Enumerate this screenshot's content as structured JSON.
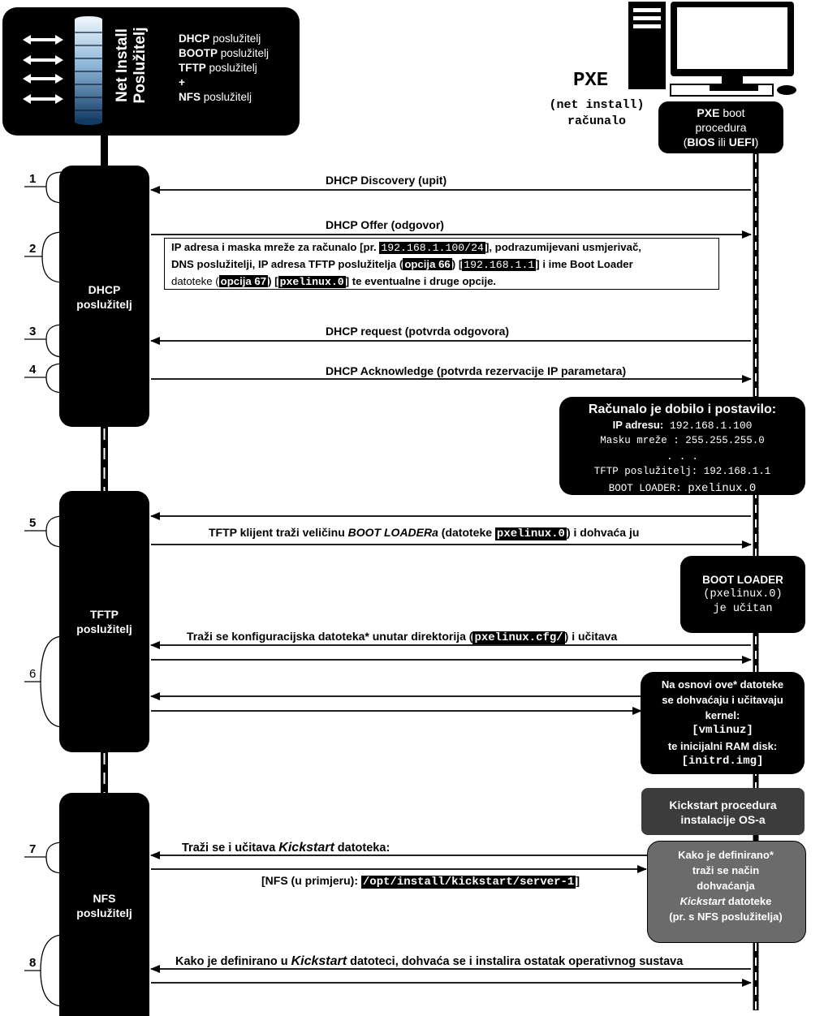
{
  "header": {
    "net_install_line1": "Net Install",
    "net_install_line2": "Poslužitelj",
    "services": [
      {
        "b": "DHCP",
        "t": " poslužitelj"
      },
      {
        "b": "BOOTP",
        "t": " poslužitelj"
      },
      {
        "b": "TFTP",
        "t": " poslužitelj"
      },
      {
        "b": "+",
        "t": ""
      },
      {
        "b": "NFS",
        "t": " poslužitelj"
      }
    ]
  },
  "pc": {
    "pxe_title": "PXE",
    "subtitle_line1": "(net install)",
    "subtitle_line2": "računalo",
    "boot_line1_b": "PXE",
    "boot_line1_t": " boot",
    "boot_line2": "procedura",
    "boot_line3_pre": "(",
    "boot_bios": "BIOS",
    "boot_ili": " ili ",
    "boot_uefi": "UEFI",
    "boot_line3_post": ")"
  },
  "servers": {
    "dhcp_line1": "DHCP",
    "dhcp_line2": "poslužitelj",
    "tftp_line1": "TFTP",
    "tftp_line2": "poslužitelj",
    "nfs_line1": "NFS",
    "nfs_line2": "poslužitelj"
  },
  "steps": [
    "1",
    "2",
    "3",
    "4",
    "5",
    "6",
    "7",
    "8"
  ],
  "messages": {
    "dhcp_discovery": "DHCP Discovery (upit)",
    "dhcp_offer": "DHCP Offer (odgovor)",
    "dhcp_request": "DHCP request (potvrda odgovora)",
    "dhcp_ack": "DHCP Acknowledge  (potvrda rezervacije IP parametara)",
    "tftp_pre": "TFTP klijent traži veličinu ",
    "tftp_em": "BOOT LOADERa",
    "tftp_mid": " (datoteke ",
    "tftp_code": "pxelinux.0",
    "tftp_post": ") i dohvaća ju",
    "cfg_pre": "Traži se konfiguracijska datoteka* unutar direktorija (",
    "cfg_code": "pxelinux.cfg/",
    "cfg_post": ") i učitava",
    "ks_pre": "Traži se i učitava ",
    "ks_em": "Kickstart",
    "ks_post": " datoteka:",
    "nfs_pre": "[NFS (u primjeru): ",
    "nfs_code": "/opt/install/kickstart/server-1",
    "nfs_post": "]",
    "os_pre": "Kako je definirano u ",
    "os_em": "Kickstart",
    "os_post": " datoteci, dohvaća se i instalira ostatak operativnog sustava"
  },
  "offer_details": {
    "l1_pre": "IP adresa i maska mreže za računalo [pr. ",
    "l1_code": "192.168.1.100/24",
    "l1_post": "], podrazumijevani usmjerivač,",
    "l2_pre": "DNS poslužitelji, IP adresa TFTP poslužitelja (",
    "l2_opt": "opcija 66",
    "l2_mid": ") [",
    "l2_code": "192.168.1.1",
    "l2_post": "] i ime Boot Loader",
    "l3_pre": "datoteke (",
    "l3_opt": "opcija 67",
    "l3_mid": ") [",
    "l3_code": "pxelinux.0",
    "l3_post": "] te eventualne i druge opcije."
  },
  "received_box": {
    "title": "Računalo je dobilo i postavilo:",
    "ip_label": "IP adresu:",
    "ip_value": " 192.168.1.100",
    "mask": "Masku mreže : 255.255.255.0",
    "dots": ". . .",
    "tftp": "TFTP poslužitelj: 192.168.1.1",
    "bl_label": "BOOT LOADER: ",
    "bl_value": "pxelinux.0"
  },
  "bootloader_box": {
    "line1": "BOOT LOADER",
    "line2": "(pxelinux.0)",
    "line3": "je učitan"
  },
  "kernel_box": {
    "line1": "Na osnovi ove* datoteke",
    "line2": "se dohvaćaju i učitavaju",
    "line3": "kernel:",
    "line4": "[vmlinuz]",
    "line5": "te inicijalni RAM disk:",
    "line6": "[initrd.img]"
  },
  "kickstart_box": {
    "line1": "Kickstart procedura",
    "line2": "instalacije OS-a"
  },
  "kickstart_def_box": {
    "line1": "Kako je definirano*",
    "line2": "traži se način",
    "line3": "dohvaćanja",
    "line4": "Kickstart",
    "line4_post": " datoteke",
    "line5": "(pr. s NFS poslužitelja)"
  },
  "colors": {
    "black": "#000000",
    "white": "#ffffff",
    "kickstart_gray": "#3c3c3c",
    "kickstart_def_gray": "#6b6b6b",
    "disk_blue_light": "#cfe3f1",
    "disk_blue_dark": "#1f4a75"
  }
}
